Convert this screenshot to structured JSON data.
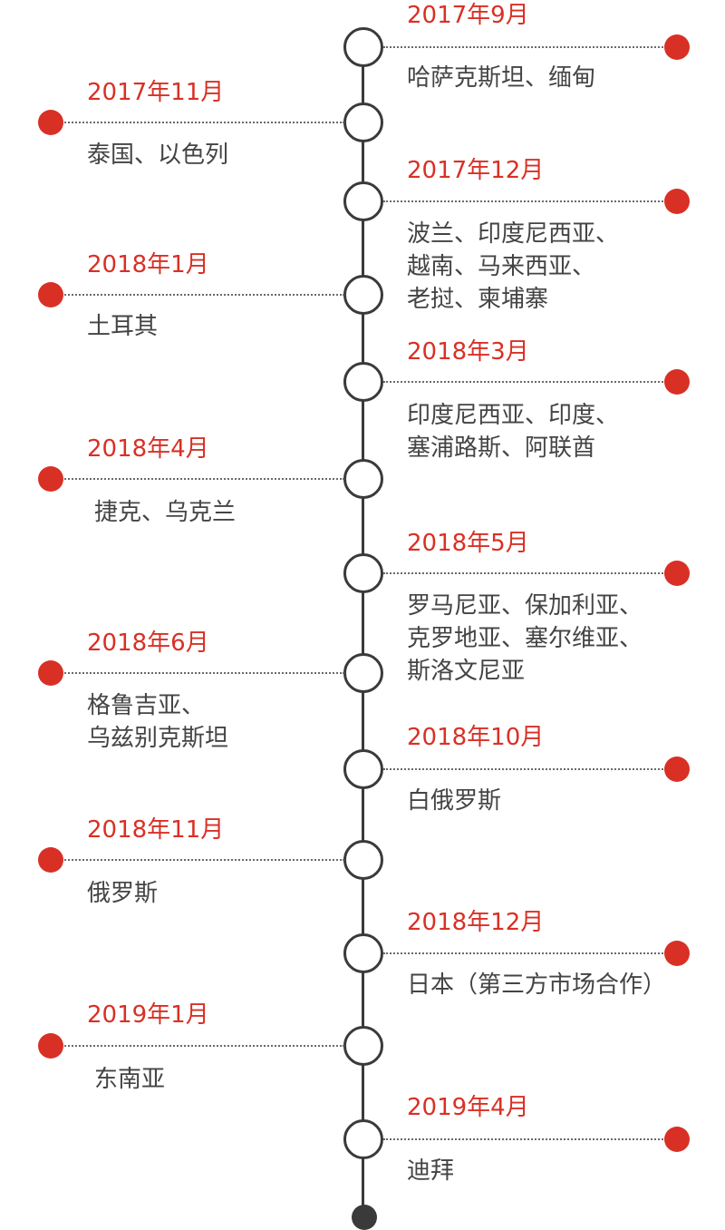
{
  "colors": {
    "accent": "#d93025",
    "line": "#3a3a3a",
    "text": "#444444"
  },
  "events": [
    {
      "side": "right",
      "date": "2017年9月",
      "lines": [
        "哈萨克斯坦、缅甸"
      ]
    },
    {
      "side": "left",
      "date": "2017年11月",
      "lines": [
        "泰国、以色列"
      ]
    },
    {
      "side": "right",
      "date": "2017年12月",
      "lines": [
        "波兰、印度尼西亚、",
        "越南、马来西亚、",
        "老挝、柬埔寨"
      ]
    },
    {
      "side": "left",
      "date": "2018年1月",
      "lines": [
        "土耳其"
      ]
    },
    {
      "side": "right",
      "date": "2018年3月",
      "lines": [
        "印度尼西亚、印度、",
        "塞浦路斯、阿联酋"
      ]
    },
    {
      "side": "left",
      "date": "2018年4月",
      "lines": [
        "捷克、乌克兰"
      ]
    },
    {
      "side": "right",
      "date": "2018年5月",
      "lines": [
        "罗马尼亚、保加利亚、",
        "克罗地亚、塞尔维亚、",
        "斯洛文尼亚"
      ]
    },
    {
      "side": "left",
      "date": "2018年6月",
      "lines": [
        "格鲁吉亚、",
        "乌兹别克斯坦"
      ]
    },
    {
      "side": "right",
      "date": "2018年10月",
      "lines": [
        "白俄罗斯"
      ]
    },
    {
      "side": "left",
      "date": "2018年11月",
      "lines": [
        "俄罗斯"
      ]
    },
    {
      "side": "right",
      "date": "2018年12月",
      "lines": [
        "日本（第三方市场合作）"
      ]
    },
    {
      "side": "left",
      "date": "2019年1月",
      "lines": [
        "东南亚"
      ]
    },
    {
      "side": "right",
      "date": "2019年4月",
      "lines": [
        "迪拜"
      ]
    }
  ]
}
